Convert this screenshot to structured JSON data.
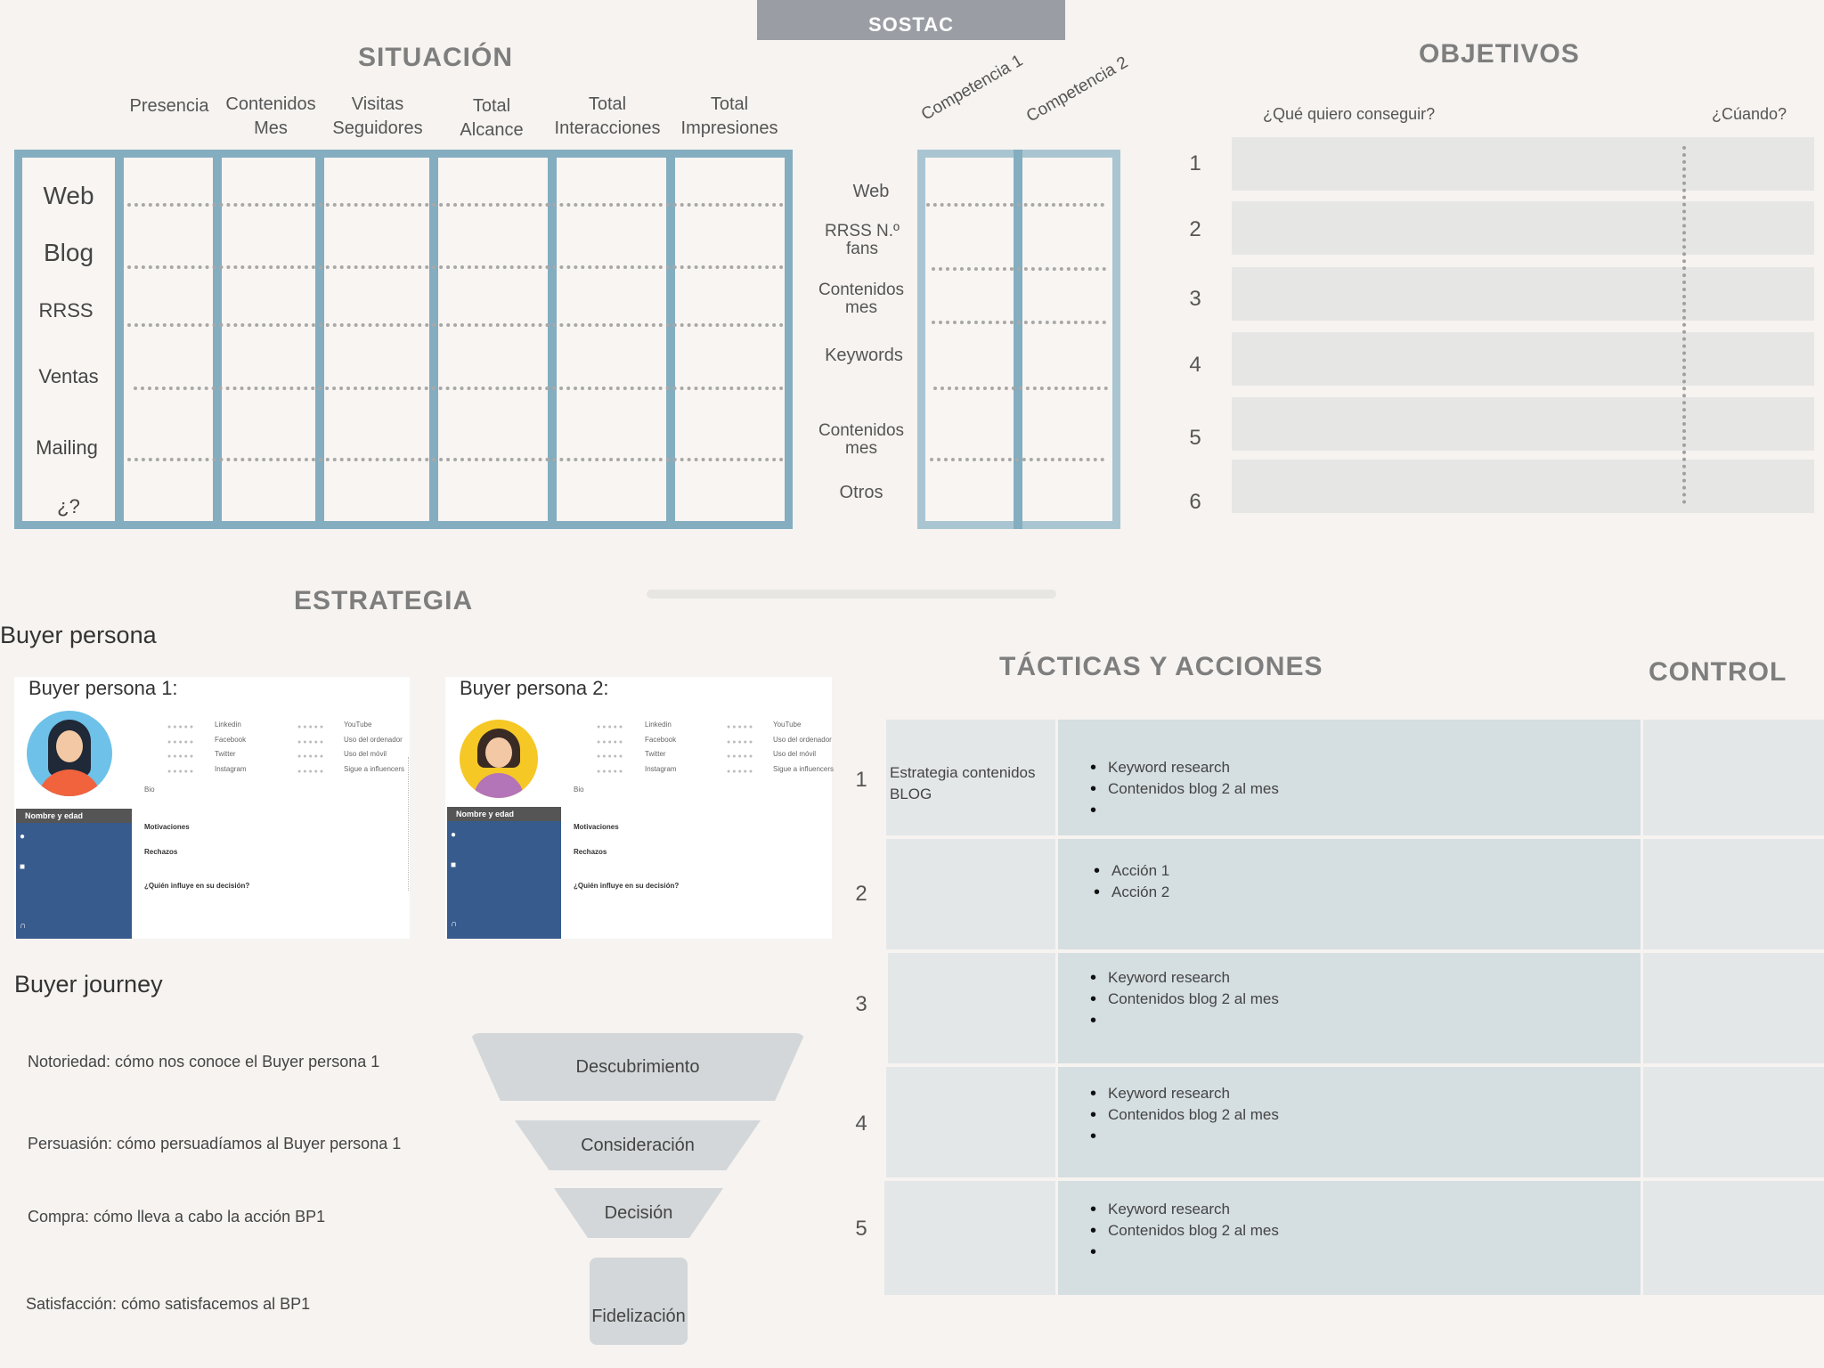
{
  "header": {
    "title": "SOSTAC"
  },
  "situacion": {
    "title": "SITUACIÓN",
    "columns": [
      [
        "Presencia"
      ],
      [
        "Contenidos",
        "Mes"
      ],
      [
        "Visitas",
        "Seguidores"
      ],
      [
        "Total",
        "Alcance"
      ],
      [
        "Total",
        "Interacciones"
      ],
      [
        "Total",
        "Impresiones"
      ]
    ],
    "rows": [
      "Web",
      "Blog",
      "RRSS",
      "Ventas",
      "Mailing",
      "¿?"
    ]
  },
  "competencia": {
    "columns": [
      "Competencia 1",
      "Competencia 2"
    ],
    "rows": [
      "Web",
      "RRSS N.º fans",
      "Contenidos mes",
      "Keywords",
      "Contenidos mes",
      "Otros"
    ]
  },
  "objetivos": {
    "title": "OBJETIVOS",
    "col_what": "¿Qué quiero conseguir?",
    "col_when": "¿Cúando?",
    "rows": [
      "1",
      "2",
      "3",
      "4",
      "5",
      "6"
    ]
  },
  "estrategia": {
    "title": "ESTRATEGIA",
    "buyer_persona_label": "Buyer persona",
    "personas": [
      {
        "title": "Buyer persona 1:",
        "channels_left": [
          "Linkedin",
          "Facebook",
          "Twitter",
          "Instagram"
        ],
        "channels_right": [
          "YouTube",
          "Uso del ordenador",
          "Uso del móvil",
          "Sigue a influencers"
        ],
        "bio": "Bio",
        "name_age": "Nombre y edad",
        "motivaciones": "Motivaciones",
        "rechazos": "Rechazos",
        "influye": "¿Quién influye en su decisión?"
      },
      {
        "title": "Buyer persona 2:",
        "channels_left": [
          "Linkedin",
          "Facebook",
          "Twitter",
          "Instagram"
        ],
        "channels_right": [
          "YouTube",
          "Uso del ordenador",
          "Uso del móvil",
          "Sigue a influencers"
        ],
        "bio": "Bio",
        "name_age": "Nombre y edad",
        "motivaciones": "Motivaciones",
        "rechazos": "Rechazos",
        "influye": "¿Quién influye en su decisión?"
      }
    ],
    "journey_label": "Buyer journey",
    "journey": [
      {
        "desc": "Notoriedad: cómo nos conoce el Buyer persona 1",
        "stage": "Descubrimiento"
      },
      {
        "desc": "Persuasión: cómo persuadíamos al Buyer persona 1",
        "stage": "Consideración"
      },
      {
        "desc": "Compra: cómo lleva a cabo la acción BP1",
        "stage": "Decisión"
      },
      {
        "desc": "Satisfacción: cómo satisfacemos al BP1",
        "stage": "Fidelización"
      }
    ]
  },
  "tacticas": {
    "title": "TÁCTICAS Y ACCIONES",
    "control_title": "CONTROL",
    "rows": [
      {
        "num": "1",
        "tactic": "Estrategia contenidos BLOG",
        "actions": [
          "Keyword research",
          "Contenidos blog 2 al mes",
          ""
        ]
      },
      {
        "num": "2",
        "tactic": "",
        "actions": [
          "Acción 1",
          "Acción 2"
        ]
      },
      {
        "num": "3",
        "tactic": "",
        "actions": [
          "Keyword research",
          "Contenidos blog 2 al mes",
          ""
        ]
      },
      {
        "num": "4",
        "tactic": "",
        "actions": [
          "Keyword research",
          "Contenidos blog 2 al mes",
          ""
        ]
      },
      {
        "num": "5",
        "tactic": "",
        "actions": [
          "Keyword research",
          "Contenidos blog 2 al mes",
          ""
        ]
      }
    ]
  },
  "colors": {
    "grid_border": "#84adc0",
    "competencia_border": "#a9c5d1",
    "tactics_cell": "#d5dee1",
    "persona_side": "#375b8d"
  }
}
